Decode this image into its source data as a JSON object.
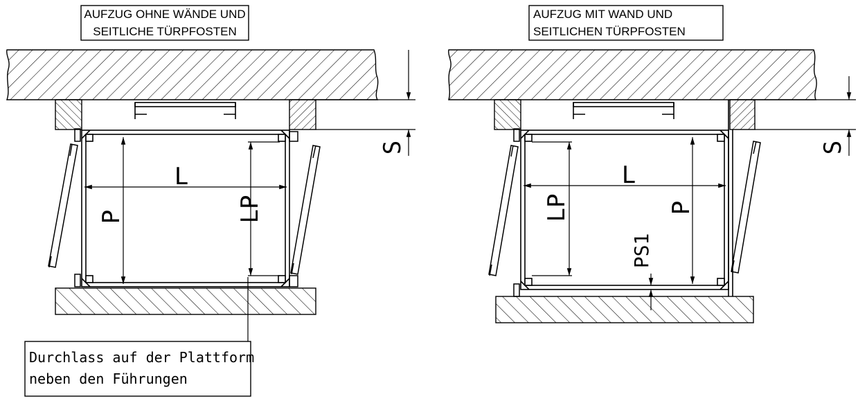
{
  "left_diagram": {
    "title_line1": "AUFZUG OHNE WÄNDE UND",
    "title_line2": "SEITLICHE TÜRPFOSTEN",
    "dim_l": "L",
    "dim_p": "P",
    "dim_lp": "LP",
    "dim_s": "S"
  },
  "right_diagram": {
    "title_line1": "AUFZUG MIT WAND UND",
    "title_line2": "SEITLICHEN TÜRPFOSTEN",
    "dim_l": "L",
    "dim_p": "P",
    "dim_lp": "LP",
    "dim_ps1": "PS1",
    "dim_s": "S"
  },
  "callout": {
    "line1": "Durchlass auf der Plattform",
    "line2": "neben den Führungen"
  },
  "colors": {
    "ink": "#000000",
    "paper": "#ffffff"
  }
}
